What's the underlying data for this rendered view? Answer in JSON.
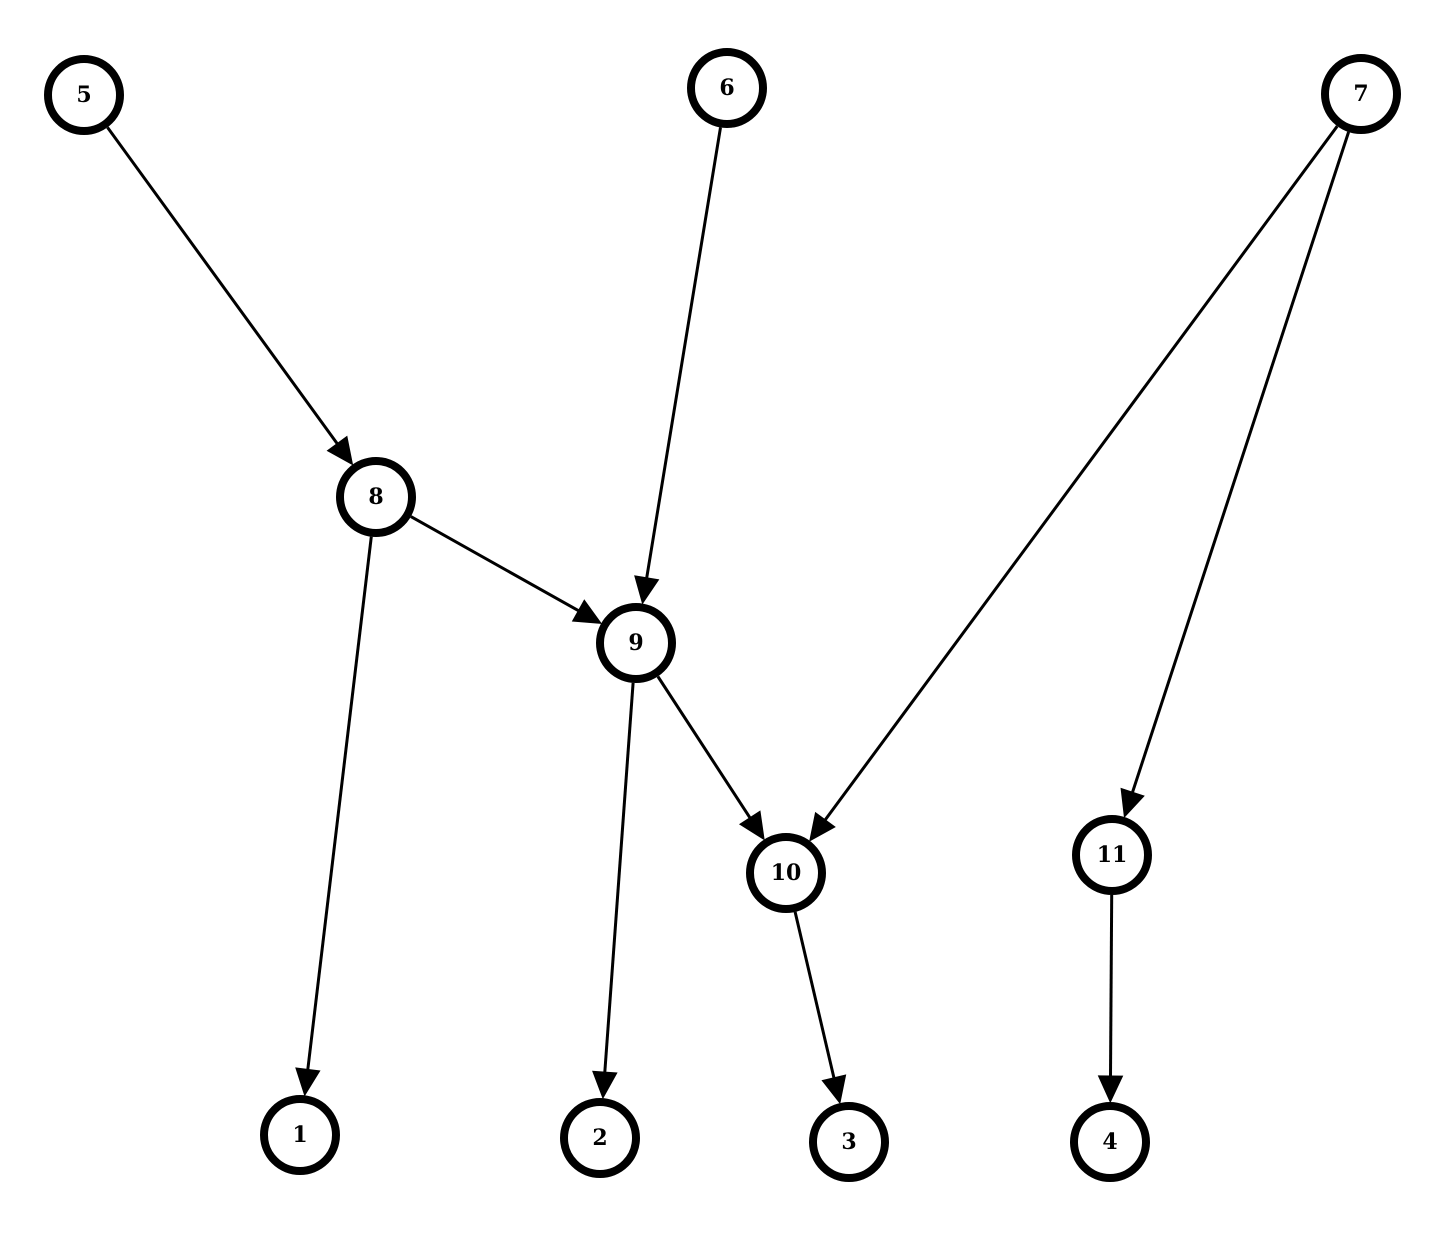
{
  "diagram": {
    "type": "directed-graph",
    "colors": {
      "background": "#ffffff",
      "stroke": "#000000",
      "node_fill": "#ffffff"
    },
    "nodes": [
      {
        "id": "n1",
        "label": "1"
      },
      {
        "id": "n2",
        "label": "2"
      },
      {
        "id": "n3",
        "label": "3"
      },
      {
        "id": "n4",
        "label": "4"
      },
      {
        "id": "n5",
        "label": "5"
      },
      {
        "id": "n6",
        "label": "6"
      },
      {
        "id": "n7",
        "label": "7"
      },
      {
        "id": "n8",
        "label": "8"
      },
      {
        "id": "n9",
        "label": "9"
      },
      {
        "id": "n10",
        "label": "10"
      },
      {
        "id": "n11",
        "label": "11"
      }
    ],
    "edges": [
      {
        "from": "5",
        "to": "8"
      },
      {
        "from": "6",
        "to": "9"
      },
      {
        "from": "8",
        "to": "9"
      },
      {
        "from": "8",
        "to": "1"
      },
      {
        "from": "9",
        "to": "2"
      },
      {
        "from": "9",
        "to": "10"
      },
      {
        "from": "7",
        "to": "10"
      },
      {
        "from": "7",
        "to": "11"
      },
      {
        "from": "10",
        "to": "3"
      },
      {
        "from": "11",
        "to": "4"
      }
    ]
  }
}
